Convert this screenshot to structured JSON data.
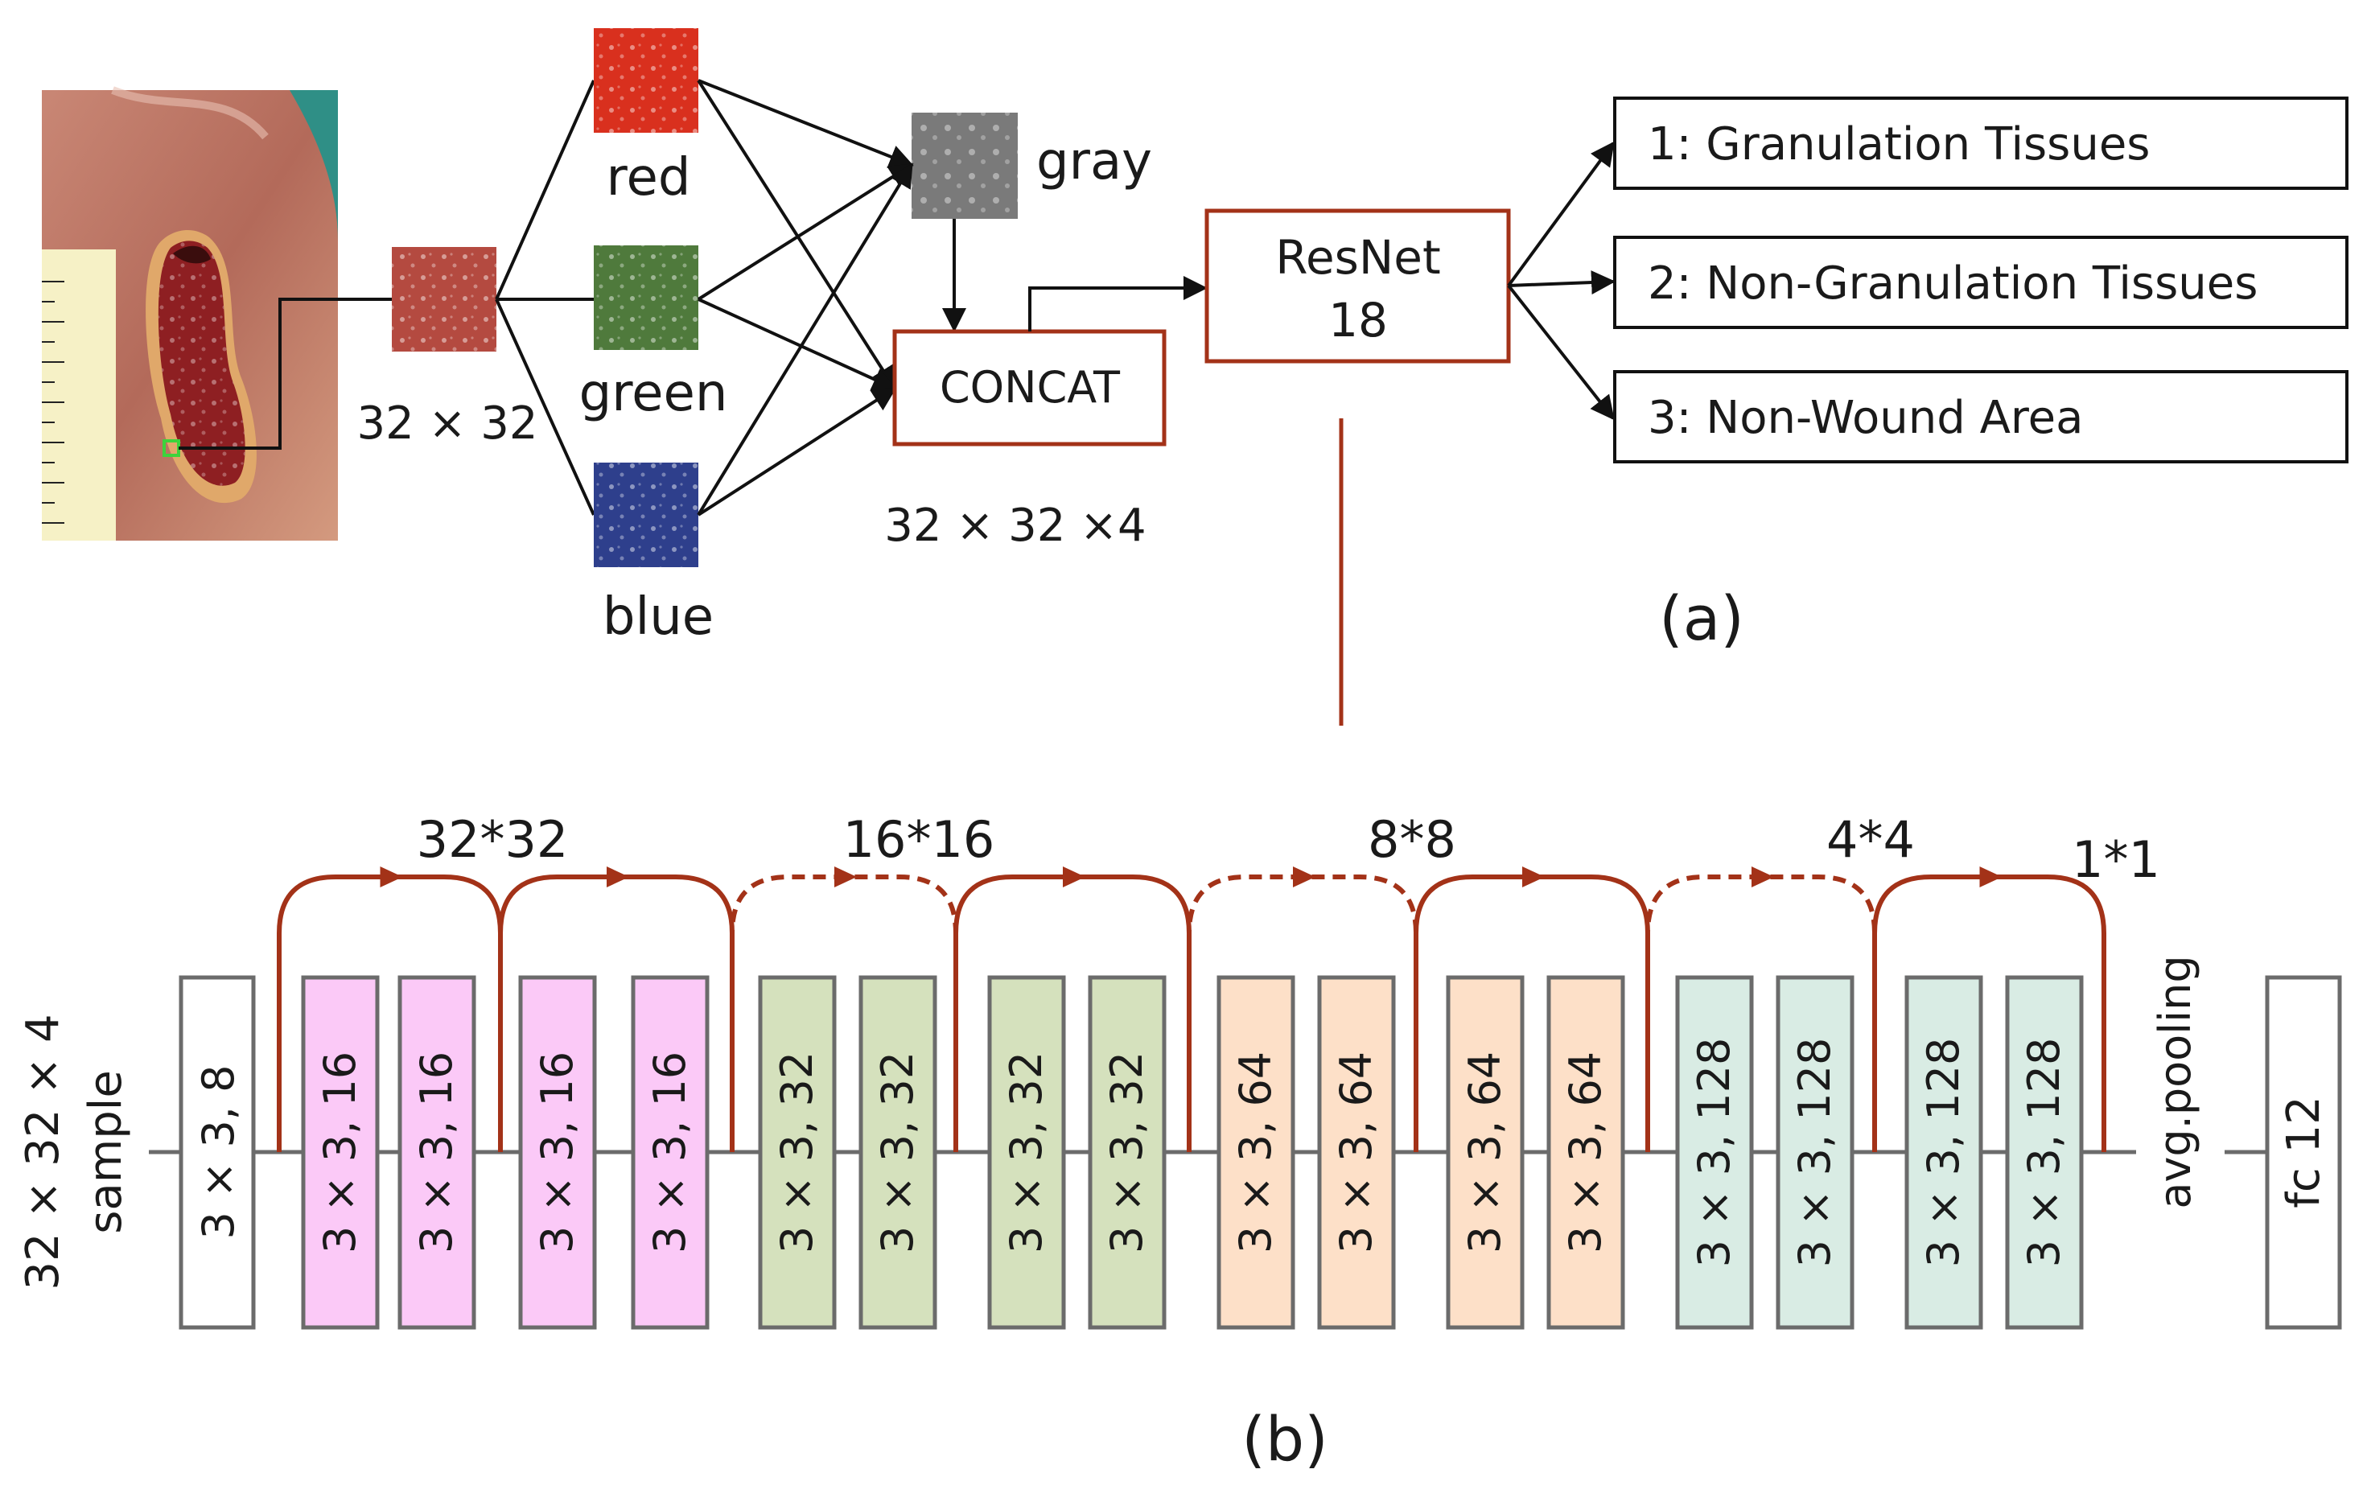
{
  "panel_a": {
    "patch_size_label": "32 × 32",
    "channels": [
      {
        "label": "red",
        "color": "#d9301e"
      },
      {
        "label": "green",
        "color": "#4f7a3c"
      },
      {
        "label": "blue",
        "color": "#2e3f8c"
      }
    ],
    "gray_label": "gray",
    "concat_label": "CONCAT",
    "concat_size_label": "32 × 32 ×4",
    "model_label_line1": "ResNet",
    "model_label_line2": "18",
    "outputs": [
      "1: Granulation Tissues",
      "2: Non-Granulation Tissues",
      "3: Non-Wound Area"
    ],
    "caption": "(a)"
  },
  "panel_b": {
    "input_label_line1": "32 × 32 × 4",
    "input_label_line2": "sample",
    "first_layer": "3 × 3, 8",
    "layers": [
      {
        "label": "3 × 3, 16",
        "color": "#fbc9f7"
      },
      {
        "label": "3 × 3, 16",
        "color": "#fbc9f7"
      },
      {
        "label": "3 × 3, 16",
        "color": "#fbc9f7"
      },
      {
        "label": "3 × 3, 16",
        "color": "#fbc9f7"
      },
      {
        "label": "3 × 3, 32",
        "color": "#d5e1bd"
      },
      {
        "label": "3 × 3, 32",
        "color": "#d5e1bd"
      },
      {
        "label": "3 × 3, 32",
        "color": "#d5e1bd"
      },
      {
        "label": "3 × 3, 32",
        "color": "#d5e1bd"
      },
      {
        "label": "3 × 3, 64",
        "color": "#fde0c8"
      },
      {
        "label": "3 × 3, 64",
        "color": "#fde0c8"
      },
      {
        "label": "3 × 3, 64",
        "color": "#fde0c8"
      },
      {
        "label": "3 × 3, 64",
        "color": "#fde0c8"
      },
      {
        "label": "3 × 3, 128",
        "color": "#d9ece4"
      },
      {
        "label": "3 × 3, 128",
        "color": "#d9ece4"
      },
      {
        "label": "3 × 3, 128",
        "color": "#d9ece4"
      },
      {
        "label": "3 × 3, 128",
        "color": "#d9ece4"
      }
    ],
    "resolution_labels": [
      "32*32",
      "16*16",
      "8*8",
      "4*4",
      "1*1"
    ],
    "pooling_label": "avg.pooling",
    "fc_label": "fc 12",
    "skip_color": "#a33218",
    "caption": "(b)"
  }
}
